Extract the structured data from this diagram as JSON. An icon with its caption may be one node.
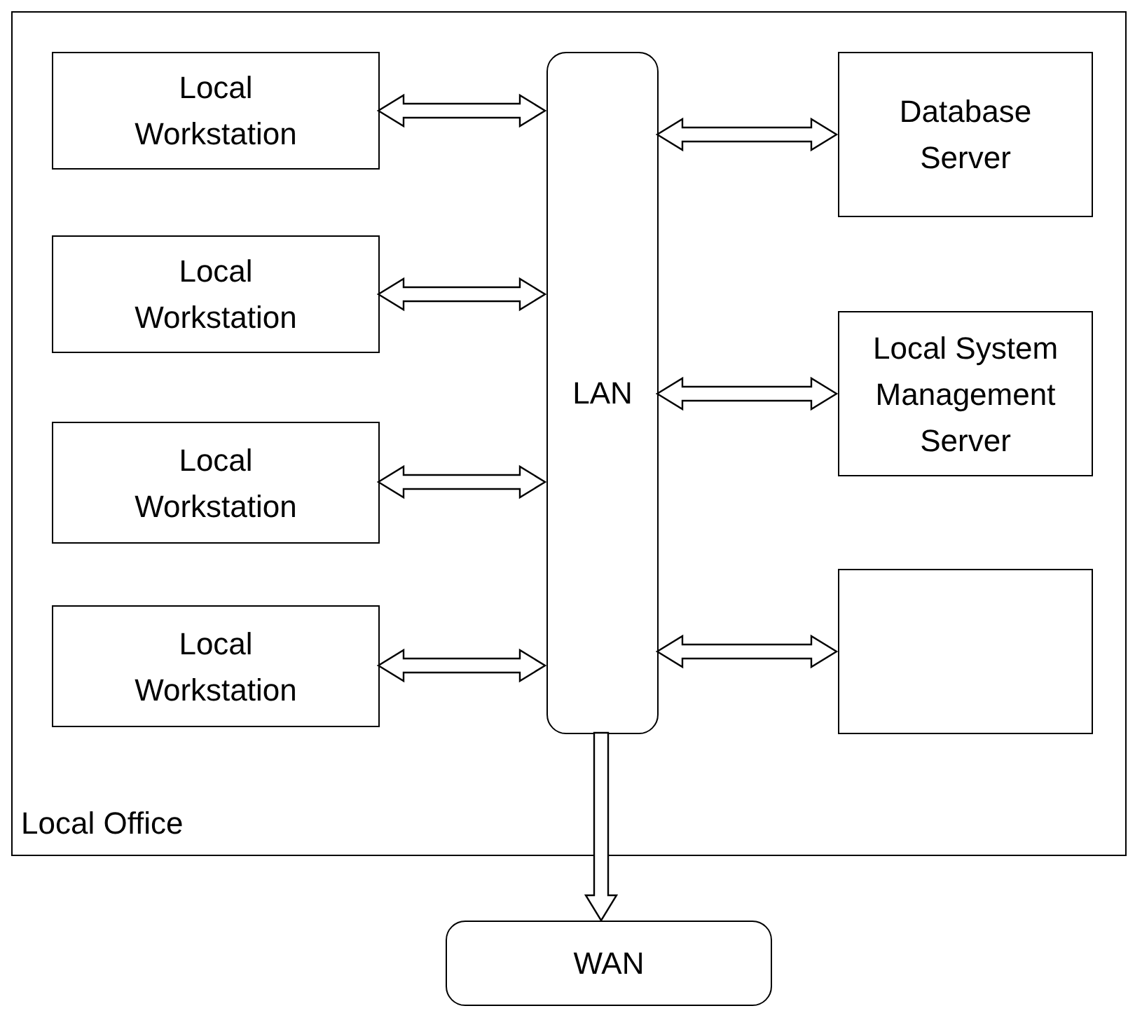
{
  "diagram": {
    "nodes": [
      {
        "text": [
          "Local Office"
        ]
      },
      {
        "text": [
          "Local Workstation"
        ],
        "in": 0
      },
      {
        "text": [
          "Local Workstation"
        ],
        "in": 0
      },
      {
        "text": [
          "Local Workstation"
        ],
        "in": 0
      },
      {
        "text": [
          "Local Workstation"
        ],
        "in": 0
      },
      {
        "text": [
          "LAN"
        ],
        "in": 0
      },
      {
        "text": [
          "Database Server"
        ],
        "in": 0
      },
      {
        "text": [
          "Local System Management Server"
        ],
        "in": 0
      },
      {
        "text": [],
        "shape": "box",
        "in": 0
      },
      {
        "text": [
          "WAN"
        ]
      }
    ],
    "edges": [
      {
        "from": 1,
        "to": 5,
        "arrow": "both"
      },
      {
        "from": 2,
        "to": 5,
        "arrow": "both"
      },
      {
        "from": 3,
        "to": 5,
        "arrow": "both"
      },
      {
        "from": 4,
        "to": 5,
        "arrow": "both"
      },
      {
        "from": 5,
        "to": 6,
        "arrow": "both"
      },
      {
        "from": 5,
        "to": 7,
        "arrow": "both"
      },
      {
        "from": 5,
        "to": 8,
        "arrow": "both"
      },
      {
        "from": 5,
        "to": 9,
        "arrow": "to"
      }
    ]
  }
}
